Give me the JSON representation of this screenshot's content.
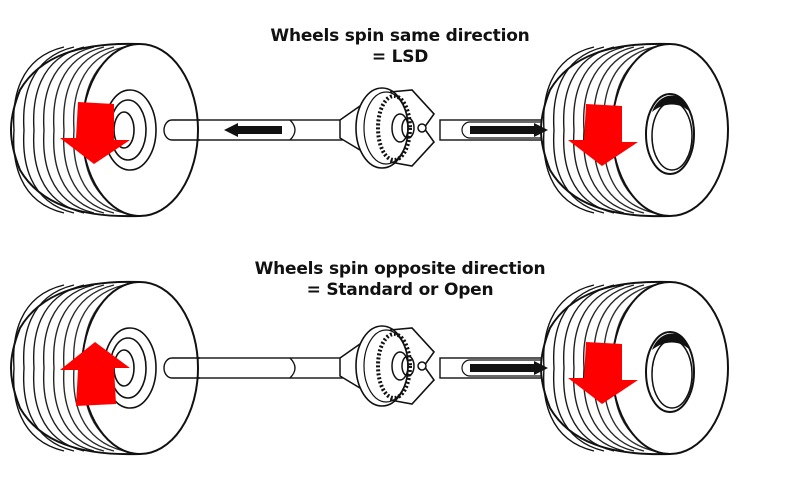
{
  "diagram": {
    "title": "Limited-slip vs open differential wheel test",
    "colors": {
      "rotation_arrow": "#ff0000",
      "ink": "#111111",
      "background": "#ffffff"
    },
    "panels": [
      {
        "id": "lsd",
        "caption_line1": "Wheels spin same direction",
        "caption_line2": "= LSD",
        "left_wheel_rotation": "down",
        "right_wheel_rotation": "down",
        "axle_arrows": [
          "left",
          "right"
        ]
      },
      {
        "id": "open",
        "caption_line1": "Wheels spin opposite direction",
        "caption_line2": "= Standard or Open",
        "left_wheel_rotation": "up",
        "right_wheel_rotation": "down",
        "axle_arrows": [
          "right"
        ]
      }
    ]
  }
}
